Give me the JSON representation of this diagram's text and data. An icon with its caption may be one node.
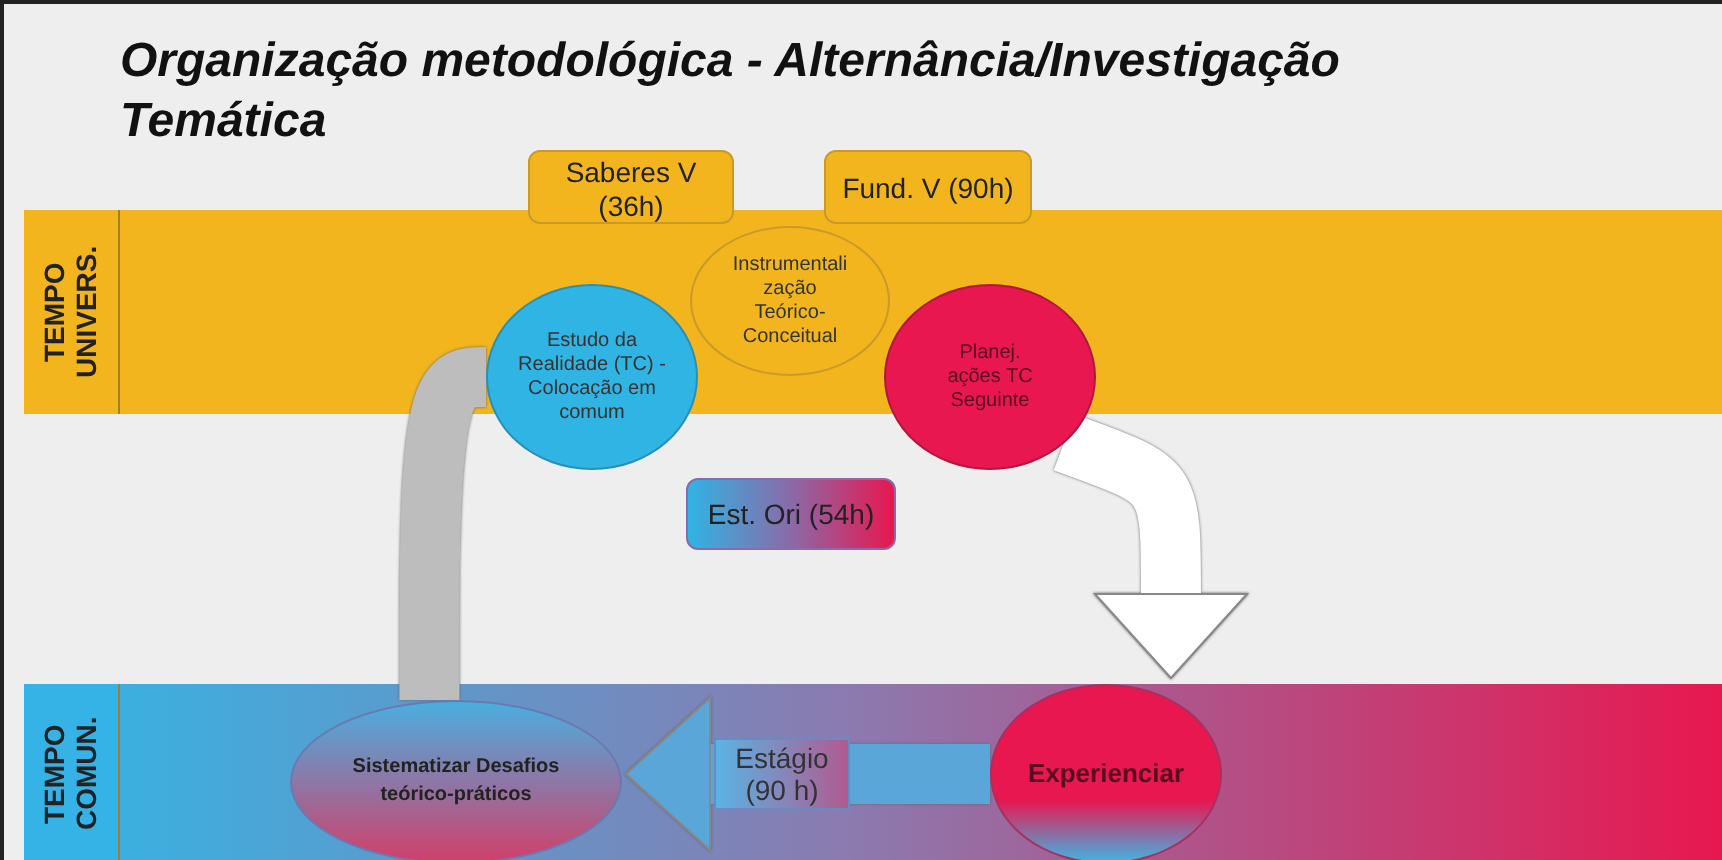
{
  "diagram": {
    "title": "Organização metodológica - Alternância/Investigação Temática",
    "nodes": [
      {
        "text": [
          "TEMPO UNIVERS."
        ]
      },
      {
        "text": [
          "TEMPO COMUN."
        ]
      },
      {
        "text": [
          "Saberes V (36h)"
        ]
      },
      {
        "text": [
          "Fund. V (90h)"
        ]
      },
      {
        "text": [
          "Instrumentalização Teórico-Conceitual"
        ]
      },
      {
        "text": [
          "Estudo da Realidade (TC) - Colocação em comum"
        ]
      },
      {
        "text": [
          "Planej. ações TC Seguinte"
        ]
      },
      {
        "text": [
          "Est. Ori (54h)"
        ]
      },
      {
        "text": [
          "Experienciar"
        ]
      },
      {
        "text": [
          "Sistematizar Desafios teórico-práticos"
        ]
      }
    ],
    "edges": [
      {
        "from": 9,
        "to": 5,
        "arrow": "none",
        "color": "#bdbdbd"
      },
      {
        "from": 6,
        "to": 8,
        "arrow": "to",
        "color": "#ffffff"
      },
      {
        "from": 8,
        "to": 9,
        "arrow": "to",
        "color": "#5aa6d8",
        "label": "Estágio (90 h)"
      }
    ]
  }
}
